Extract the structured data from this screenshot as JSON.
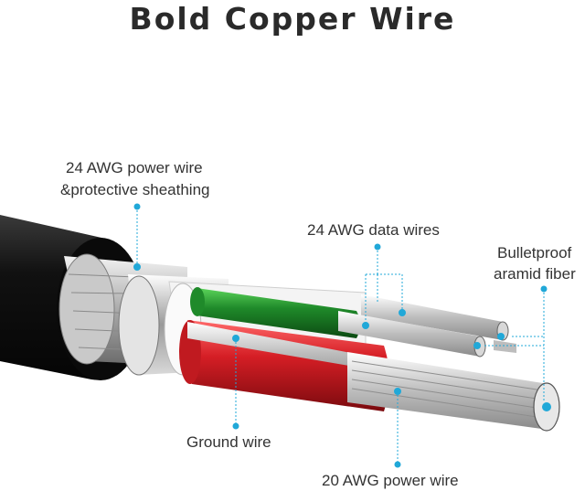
{
  "title": "Bold Copper Wire",
  "labels": {
    "power_sheath_line1": "24 AWG power wire",
    "power_sheath_line2": "&protective sheathing",
    "data_wires": "24 AWG data wires",
    "aramid_line1": "Bulletproof",
    "aramid_line2": "aramid fiber",
    "ground": "Ground wire",
    "power_20awg": "20 AWG power wire"
  },
  "colors": {
    "callout": "#21a8d8",
    "jacket": "#1b1b1b",
    "green_wire": "#1f8a2a",
    "red_wire": "#d51e25",
    "text": "#333333"
  }
}
